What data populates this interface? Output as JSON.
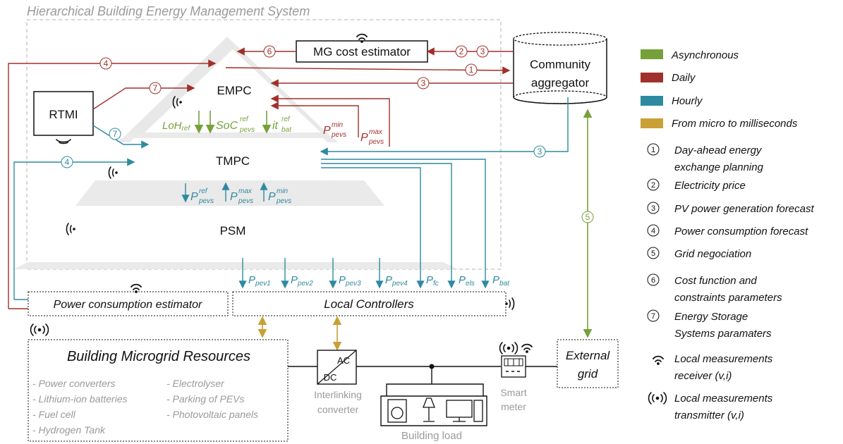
{
  "title": "Hierarchical Building Energy Management System",
  "levels": {
    "empc": "EMPC",
    "tmpc": "TMPC",
    "psm": "PSM"
  },
  "blocks": {
    "rtmi": "RTMI",
    "mg_cost_estimator": "MG cost estimator",
    "community_aggregator_line1": "Community",
    "community_aggregator_line2": "aggregator",
    "power_consumption_estimator": "Power consumption estimator",
    "local_controllers": "Local Controllers",
    "building_resources": "Building Microgrid Resources",
    "external_grid_line1": "External",
    "external_grid_line2": "grid"
  },
  "resources_left": [
    "- Power converters",
    "- Lithium-ion batteries",
    "- Fuel cell",
    "- Hydrogen Tank"
  ],
  "resources_right": [
    "- Electrolyser",
    "- Parking of PEVs",
    "- Photovoltaic panels"
  ],
  "converter": {
    "ac": "AC",
    "dc": "DC",
    "label_line1": "Interlinking",
    "label_line2": "converter"
  },
  "smart_meter": {
    "line1": "Smart",
    "line2": "meter"
  },
  "building_load": "Building load",
  "signals": {
    "loh": "LoH",
    "loh_sub": "ref",
    "soc": "SoC",
    "soc_sup": "ref",
    "soc_sub": "pevs",
    "it": "it",
    "it_sup": "ref",
    "it_sub": "bat",
    "p": "P",
    "pevs": "pevs",
    "min": "min",
    "max": "max",
    "ref": "ref",
    "pev1": "pev1",
    "pev2": "pev2",
    "pev3": "pev3",
    "pev4": "pev4",
    "fc": "fc",
    "els": "els",
    "bat": "bat"
  },
  "legend_colors": [
    {
      "label": "Asynchronous",
      "color": "#76a13a"
    },
    {
      "label": "Daily",
      "color": "#a0302a"
    },
    {
      "label": "Hourly",
      "color": "#2e8aa0"
    },
    {
      "label": "From micro to milliseconds",
      "color": "#c9a035"
    }
  ],
  "legend_numbers": [
    {
      "n": "1",
      "line1": "Day-ahead energy",
      "line2": "exchange planning"
    },
    {
      "n": "2",
      "line1": "Electricity price",
      "line2": ""
    },
    {
      "n": "3",
      "line1": "PV power generation forecast",
      "line2": ""
    },
    {
      "n": "4",
      "line1": "Power consumption forecast",
      "line2": ""
    },
    {
      "n": "5",
      "line1": "Grid negociation",
      "line2": ""
    },
    {
      "n": "6",
      "line1": "Cost function and",
      "line2": "constraints parameters"
    },
    {
      "n": "7",
      "line1": "Energy Storage",
      "line2": "Systems paramaters"
    }
  ],
  "legend_icons": [
    {
      "icon": "wifi-receiver-icon",
      "line1": "Local measurements",
      "line2": "receiver (v,i)"
    },
    {
      "icon": "broadcast-transmitter-icon",
      "line1": "Local measurements",
      "line2": "transmitter (v,i)"
    }
  ],
  "arrow_numbers": {
    "n1": "1",
    "n2": "2",
    "n3": "3",
    "n4": "4",
    "n5": "5",
    "n6": "6",
    "n7": "7"
  }
}
